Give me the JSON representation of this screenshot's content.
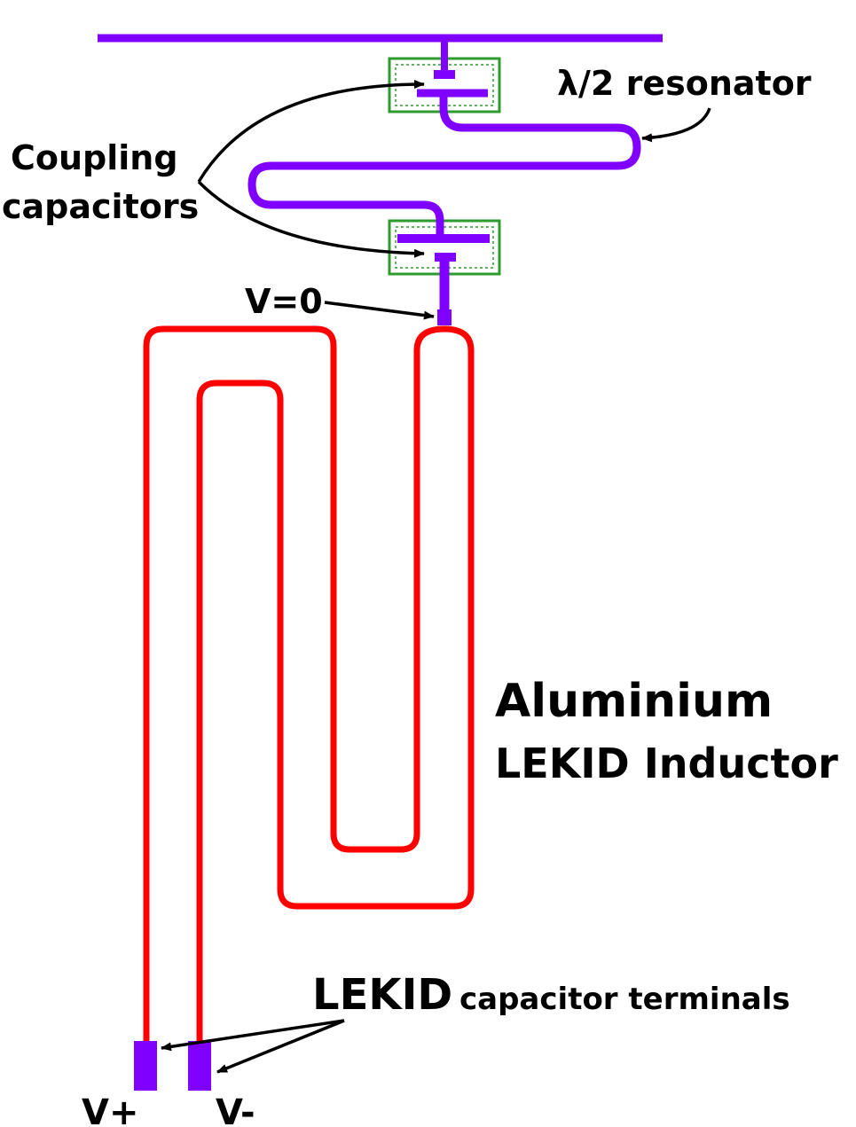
{
  "labels": {
    "resonator": "λ/2 resonator",
    "coupling_line1": "Coupling",
    "coupling_line2": "capacitors",
    "v_zero": "V=0",
    "inductor_line1": "Aluminium",
    "inductor_line2": "LEKID Inductor",
    "terminals_main": "LEKID",
    "terminals_rest": "capacitor terminals",
    "v_plus": "V+",
    "v_minus": "V-"
  },
  "colors": {
    "resonator_line": "#8000ff",
    "inductor_line": "#ff0000",
    "capacitor_box": "#2e9b2e",
    "arrow": "#000000",
    "text": "#000000"
  }
}
